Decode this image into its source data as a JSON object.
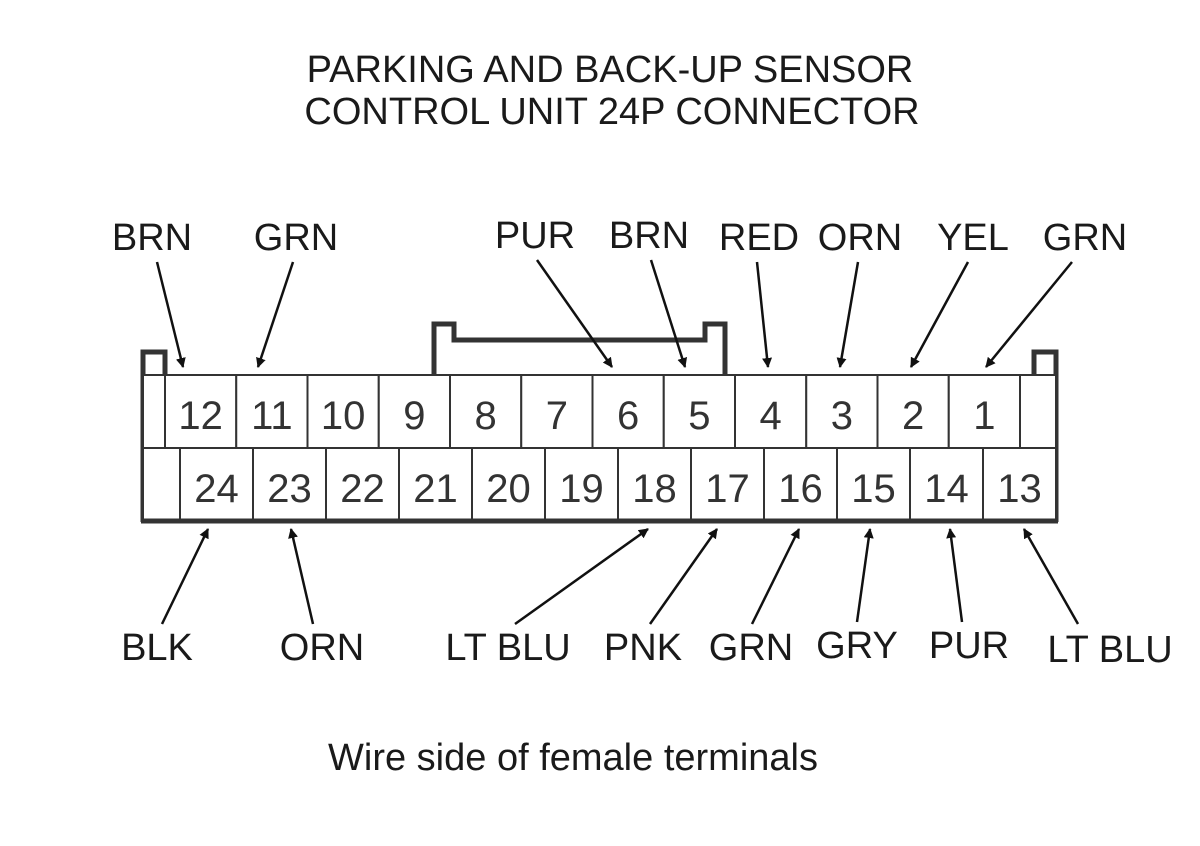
{
  "title": {
    "line1": "PARKING AND BACK-UP SENSOR",
    "line2": "CONTROL UNIT 24P CONNECTOR"
  },
  "caption": "Wire side of female terminals",
  "connector": {
    "top_row": [
      "12",
      "11",
      "10",
      "9",
      "8",
      "7",
      "6",
      "5",
      "4",
      "3",
      "2",
      "1"
    ],
    "bottom_row": [
      "24",
      "23",
      "22",
      "21",
      "20",
      "19",
      "18",
      "17",
      "16",
      "15",
      "14",
      "13"
    ]
  },
  "wires_top": [
    {
      "color": "BRN",
      "pin": "12"
    },
    {
      "color": "GRN",
      "pin": "11"
    },
    {
      "color": "PUR",
      "pin": "6"
    },
    {
      "color": "BRN",
      "pin": "5"
    },
    {
      "color": "RED",
      "pin": "4"
    },
    {
      "color": "ORN",
      "pin": "3"
    },
    {
      "color": "YEL",
      "pin": "2"
    },
    {
      "color": "GRN",
      "pin": "1"
    }
  ],
  "wires_bottom": [
    {
      "color": "BLK",
      "pin": "24"
    },
    {
      "color": "ORN",
      "pin": "23"
    },
    {
      "color": "LT BLU",
      "pin": "18"
    },
    {
      "color": "PNK",
      "pin": "17"
    },
    {
      "color": "GRN",
      "pin": "16"
    },
    {
      "color": "GRY",
      "pin": "15"
    },
    {
      "color": "PUR",
      "pin": "14"
    },
    {
      "color": "LT BLU",
      "pin": "13"
    }
  ]
}
